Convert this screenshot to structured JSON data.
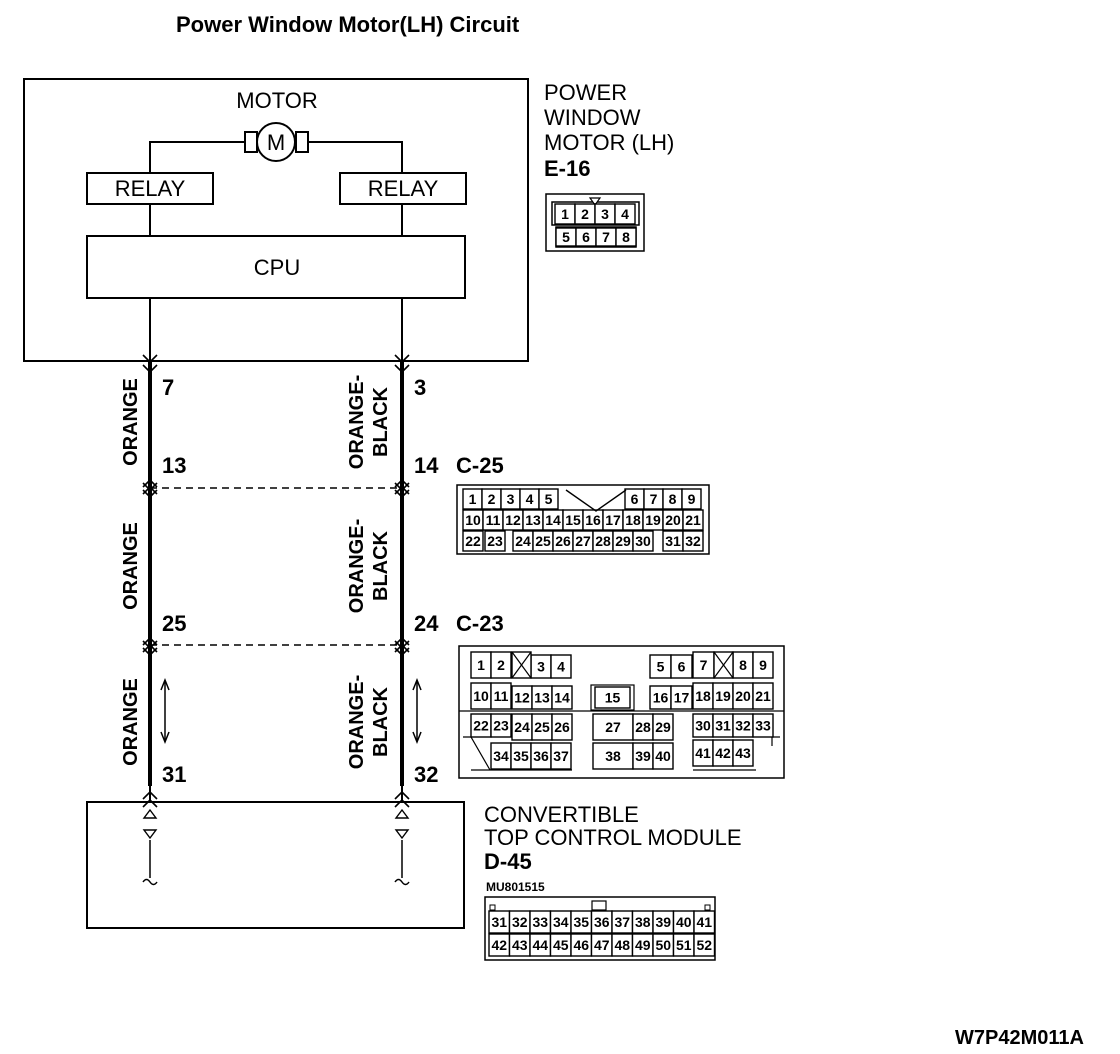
{
  "title": "Power Window Motor(LH) Circuit",
  "motor_unit": {
    "motor_label": "MOTOR",
    "motor_symbol": "M",
    "relay_left": "RELAY",
    "relay_right": "RELAY",
    "cpu": "CPU"
  },
  "component_pwm": {
    "name_lines": [
      "POWER",
      "WINDOW",
      "MOTOR (LH)"
    ],
    "connector_id": "E-16",
    "pins_row1": [
      "1",
      "2",
      "3",
      "4"
    ],
    "pins_row2": [
      "5",
      "6",
      "7",
      "8"
    ]
  },
  "wires": {
    "left": {
      "pins": {
        "e16": "7",
        "c25": "13",
        "c23": "25",
        "d45": "31"
      },
      "colors": [
        "ORANGE",
        "ORANGE",
        "ORANGE"
      ]
    },
    "right": {
      "pins": {
        "e16": "3",
        "c25": "14",
        "c23": "24",
        "d45": "32"
      },
      "colors": [
        "ORANGE-\nBLACK",
        "ORANGE-\nBLACK",
        "ORANGE-\nBLACK"
      ]
    }
  },
  "connector_c25": {
    "id": "C-25",
    "row1": [
      "1",
      "2",
      "3",
      "4",
      "5",
      "6",
      "7",
      "8",
      "9"
    ],
    "row2": [
      "10",
      "11",
      "12",
      "13",
      "14",
      "15",
      "16",
      "17",
      "18",
      "19",
      "20",
      "21"
    ],
    "row3": [
      "22",
      "23",
      "24",
      "25",
      "26",
      "27",
      "28",
      "29",
      "30",
      "31",
      "32"
    ]
  },
  "connector_c23": {
    "id": "C-23",
    "pins": [
      "1",
      "2",
      "3",
      "4",
      "5",
      "6",
      "7",
      "8",
      "9",
      "10",
      "11",
      "12",
      "13",
      "14",
      "15",
      "16",
      "17",
      "18",
      "19",
      "20",
      "21",
      "22",
      "23",
      "24",
      "25",
      "26",
      "27",
      "28",
      "29",
      "30",
      "31",
      "32",
      "33",
      "34",
      "35",
      "36",
      "37",
      "38",
      "39",
      "40",
      "41",
      "42",
      "43"
    ]
  },
  "component_ctcm": {
    "name_lines": [
      "CONVERTIBLE",
      "TOP CONTROL MODULE"
    ],
    "connector_id": "D-45",
    "part_number": "MU801515",
    "row1": [
      "31",
      "32",
      "33",
      "34",
      "35",
      "36",
      "37",
      "38",
      "39",
      "40",
      "41"
    ],
    "row2": [
      "42",
      "43",
      "44",
      "45",
      "46",
      "47",
      "48",
      "49",
      "50",
      "51",
      "52"
    ]
  },
  "figure_code": "W7P42M011A"
}
